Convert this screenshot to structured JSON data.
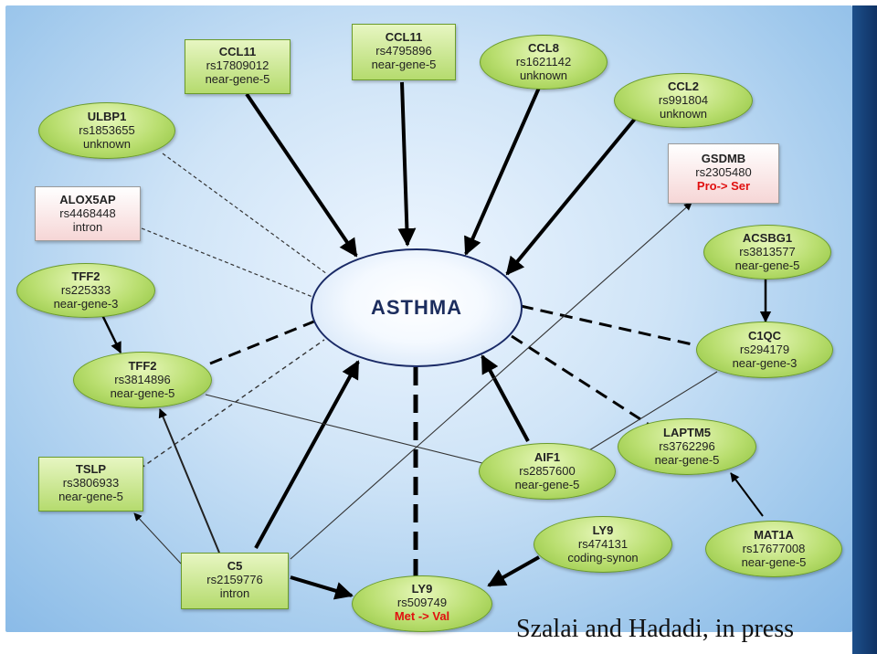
{
  "center": {
    "label": "ASTHMA"
  },
  "nodes": {
    "ccl11_a": {
      "gene": "CCL11",
      "snp": "rs17809012",
      "note": "near-gene-5"
    },
    "ccl11_b": {
      "gene": "CCL11",
      "snp": "rs4795896",
      "note": "near-gene-5"
    },
    "ccl8": {
      "gene": "CCL8",
      "snp": "rs1621142",
      "note": "unknown"
    },
    "ccl2": {
      "gene": "CCL2",
      "snp": "rs991804",
      "note": "unknown"
    },
    "ulbp1": {
      "gene": "ULBP1",
      "snp": "rs1853655",
      "note": "unknown"
    },
    "gsdmb": {
      "gene": "GSDMB",
      "snp": "rs2305480",
      "note": "Pro-> Ser"
    },
    "alox5ap": {
      "gene": "ALOX5AP",
      "snp": "rs4468448",
      "note": "intron"
    },
    "acsbg1": {
      "gene": "ACSBG1",
      "snp": "rs3813577",
      "note": "near-gene-5"
    },
    "tff2_a": {
      "gene": "TFF2",
      "snp": "rs225333",
      "note": "near-gene-3"
    },
    "c1qc": {
      "gene": "C1QC",
      "snp": "rs294179",
      "note": "near-gene-3"
    },
    "tff2_b": {
      "gene": "TFF2",
      "snp": "rs3814896",
      "note": "near-gene-5"
    },
    "laptm5": {
      "gene": "LAPTM5",
      "snp": "rs3762296",
      "note": "near-gene-5"
    },
    "aif1": {
      "gene": "AIF1",
      "snp": "rs2857600",
      "note": "near-gene-5"
    },
    "tslp": {
      "gene": "TSLP",
      "snp": "rs3806933",
      "note": "near-gene-5"
    },
    "ly9_a": {
      "gene": "LY9",
      "snp": "rs474131",
      "note": "coding-synon"
    },
    "mat1a": {
      "gene": "MAT1A",
      "snp": "rs17677008",
      "note": "near-gene-5"
    },
    "c5": {
      "gene": "C5",
      "snp": "rs2159776",
      "note": "intron"
    },
    "ly9_b": {
      "gene": "LY9",
      "snp": "rs509749",
      "note": "Met -> Val"
    }
  },
  "citation": "Szalai  and Hadadi, in press"
}
